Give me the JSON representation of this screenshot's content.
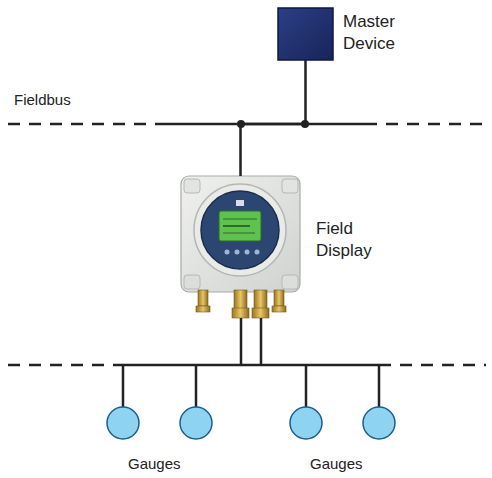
{
  "diagram": {
    "nodes": [
      {
        "text": [
          "Master Device"
        ]
      },
      {
        "text": [
          "Field Display"
        ]
      }
    ],
    "edges": [
      {
        "from": 0,
        "to": 1,
        "arrow": "none"
      }
    ],
    "labels": [
      "Fieldbus",
      "Gauges",
      "Gauges"
    ]
  }
}
